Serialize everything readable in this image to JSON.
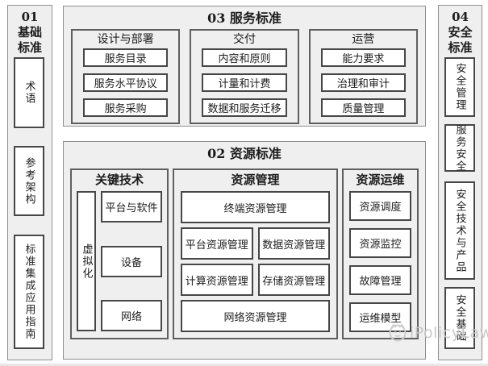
{
  "colors": {
    "page-bg": "#ffffff",
    "container-fill": "#efefef",
    "leaf-fill": "#ffffff",
    "border-light": "#8f8f8f",
    "border-mid": "#5f5f5f",
    "border-dark": "#474747",
    "text-color": "#1c1c1c",
    "watermark-color": "#c6c6c6"
  },
  "watermark": {
    "text": "iPolicyLaw",
    "logo": "cat-face-circle"
  },
  "basic": {
    "title_lines": [
      "01",
      "基础",
      "标准"
    ],
    "items": [
      "术语",
      "参考架构",
      "标准集成应用指南"
    ]
  },
  "service": {
    "title": "03  服务标准",
    "groups": [
      {
        "header": "设计与部署",
        "items": [
          "服务目录",
          "服务水平协议",
          "服务采购"
        ]
      },
      {
        "header": "交付",
        "items": [
          "内容和原则",
          "计量和计费",
          "数据和服务迁移"
        ]
      },
      {
        "header": "运营",
        "items": [
          "能力要求",
          "治理和审计",
          "质量管理"
        ]
      }
    ]
  },
  "resource": {
    "title": "02  资源标准",
    "key_tech": {
      "header": "关键技术",
      "side": "虚拟化",
      "items": [
        "平台与软件",
        "设备",
        "网络"
      ]
    },
    "management": {
      "header": "资源管理",
      "full_top": "终端资源管理",
      "grid": [
        "平台资源管理",
        "数据资源管理",
        "计算资源管理",
        "存储资源管理"
      ],
      "full_bottom": "网络资源管理"
    },
    "operations": {
      "header": "资源运维",
      "items": [
        "资源调度",
        "资源监控",
        "故障管理",
        "运维模型"
      ]
    }
  },
  "security": {
    "title_lines": [
      "04",
      "安全",
      "标准"
    ],
    "items": [
      "安全管理",
      "服务安全",
      "安全技术与产品",
      "安全基础"
    ]
  }
}
